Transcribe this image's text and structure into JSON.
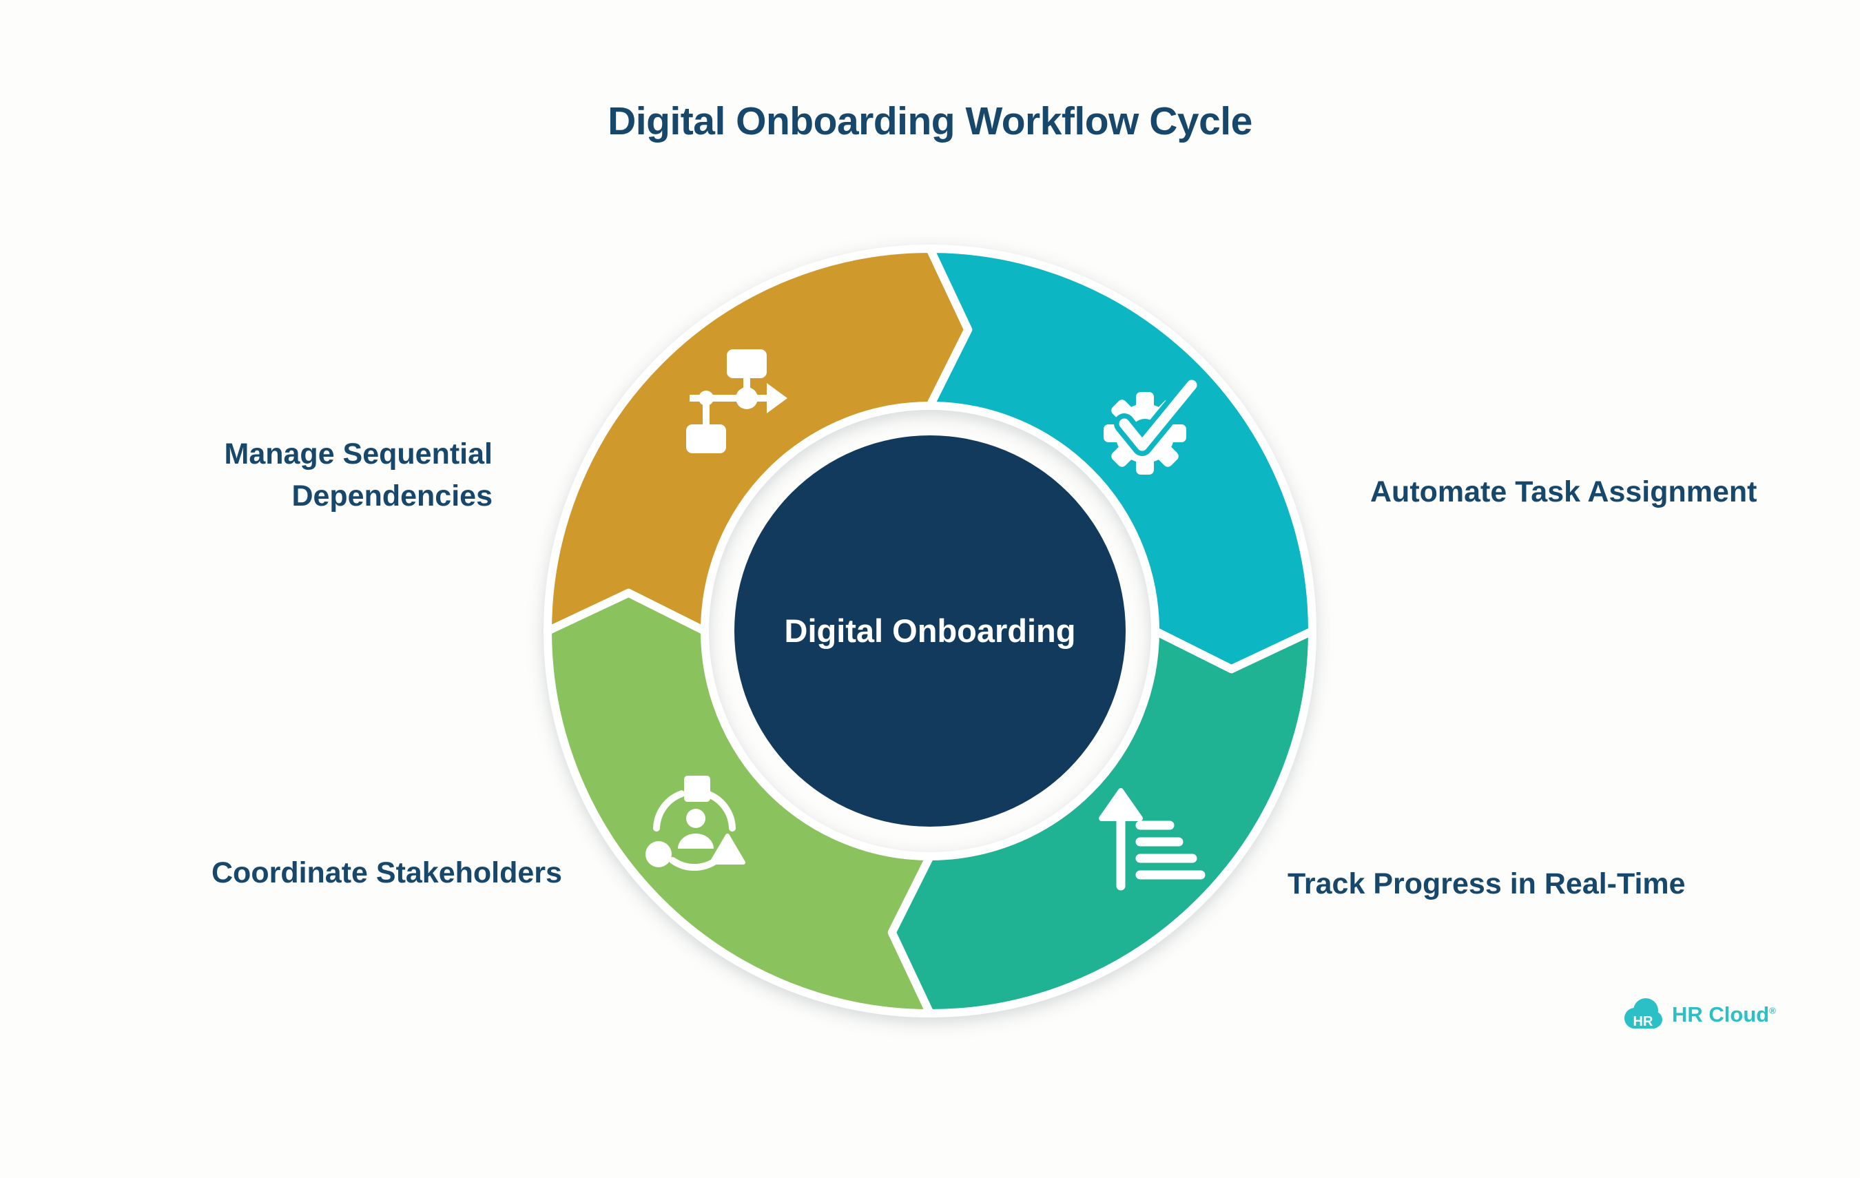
{
  "title": "Digital Onboarding Workflow Cycle",
  "center_label": "Digital Onboarding",
  "flow": "clockwise",
  "colors": {
    "background": "#fdfdfb",
    "center_navy": "#123a5c",
    "text_navy": "#17486b",
    "divider_white": "#ffffff",
    "logo_teal": "#2bc0c5"
  },
  "segments": [
    {
      "id": "manage-sequential-dependencies",
      "label": "Manage Sequential Dependencies",
      "lines": [
        "Manage Sequential",
        "Dependencies"
      ],
      "color": "#d0992b",
      "icon": "flowchart-icon",
      "position": "top-left"
    },
    {
      "id": "automate-task-assignment",
      "label": "Automate Task Assignment",
      "color": "#0cb7c3",
      "icon": "gear-check-icon",
      "position": "top-right"
    },
    {
      "id": "track-progress-in-real-time",
      "label": "Track Progress in Real-Time",
      "color": "#1fb394",
      "icon": "progress-arrow-icon",
      "position": "bottom-right"
    },
    {
      "id": "coordinate-stakeholders",
      "label": "Coordinate Stakeholders",
      "color": "#8ac35e",
      "icon": "stakeholders-icon",
      "position": "bottom-left"
    }
  ],
  "logo": {
    "badge_text": "HR",
    "brand_text": "HR Cloud",
    "registered_mark": "®"
  }
}
